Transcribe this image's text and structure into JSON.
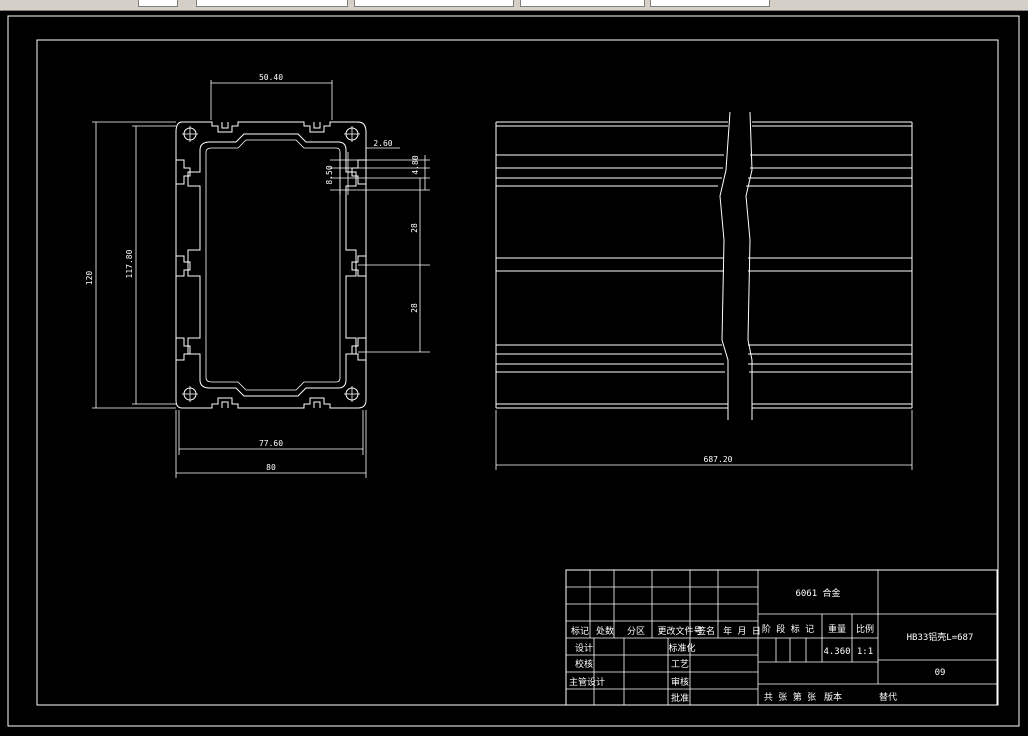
{
  "toolbar": {
    "tabs": [
      "",
      "",
      "",
      "",
      ""
    ]
  },
  "dimensions": {
    "top_width": "50.40",
    "right_gap": "2.60",
    "right_small_a": "4.80",
    "right_small_b": "8.50",
    "right_pitch_1": "28",
    "right_pitch_2": "28",
    "overall_height": "120",
    "inner_height": "117.80",
    "inner_width": "77.60",
    "overall_width": "80",
    "length": "687.20"
  },
  "title_block": {
    "material": "6061 合金",
    "drawing_name": "HB33铝壳L=687",
    "drawing_number": "09",
    "weight": "4.360",
    "scale": "1:1",
    "headers": {
      "mark": "标记",
      "count": "处数",
      "zone": "分区",
      "change_doc": "更改文件号",
      "sign": "签名",
      "date": "年 月 日",
      "stage_mark": "阶 段 标 记",
      "weight_label": "重量",
      "scale_label": "比例"
    },
    "rows": {
      "design": "设计",
      "check": "校核",
      "chief_design": "主管设计",
      "standardization": "标准化",
      "process": "工艺",
      "review": "审核",
      "approve": "批准"
    },
    "footer": {
      "total_sheets": "共 张 第 张",
      "version": "版本",
      "replaces": "替代"
    }
  }
}
